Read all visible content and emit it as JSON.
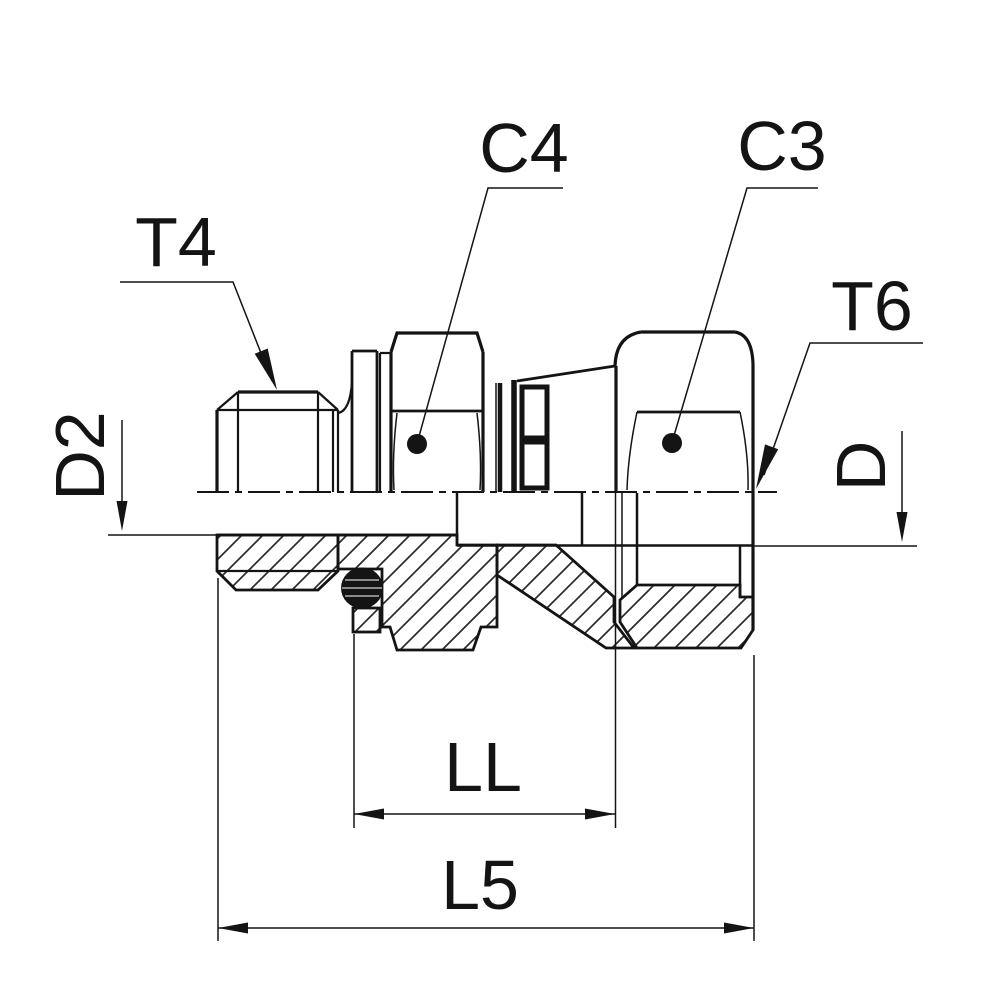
{
  "meta": {
    "type": "technical-drawing",
    "subject": "Hydraulic adapter fitting, male stud to swivel female, half-section side view"
  },
  "labels": {
    "t4": "T4",
    "c4": "C4",
    "c3": "C3",
    "t6": "T6",
    "d2": "D2",
    "d": "D",
    "ll": "LL",
    "l5": "L5"
  },
  "colors": {
    "line": "#141414",
    "background": "#ffffff",
    "hatch": "#2b2b2b"
  }
}
